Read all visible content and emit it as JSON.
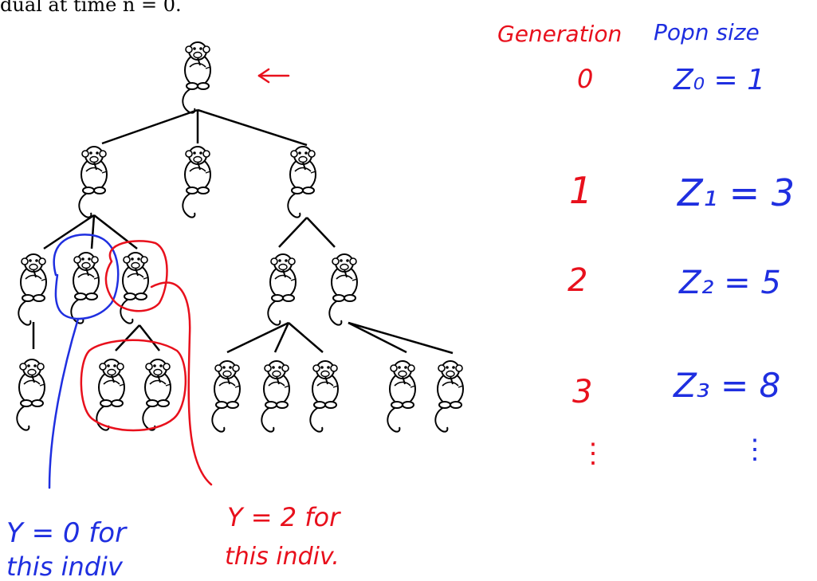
{
  "header_fragment": "dual at time n = 0.",
  "table": {
    "col1_header": "Generation",
    "col2_header": "Popn size",
    "rows": [
      {
        "gen": "0",
        "size": "Z₀ = 1"
      },
      {
        "gen": "1",
        "size": "Z₁ = 3"
      },
      {
        "gen": "2",
        "size": "Z₂ = 5"
      },
      {
        "gen": "3",
        "size": "Z₃ = 8"
      }
    ],
    "ellipsis": "⋮"
  },
  "annotations": {
    "blue_line1": "Y = 0 for",
    "blue_line2": "this indiv",
    "red_line1": "Y = 2 for",
    "red_line2": "this indiv."
  },
  "colors": {
    "red": "#e8101c",
    "blue": "#1f2fe0",
    "ink": "#000000"
  },
  "icon": "monkey-icon"
}
